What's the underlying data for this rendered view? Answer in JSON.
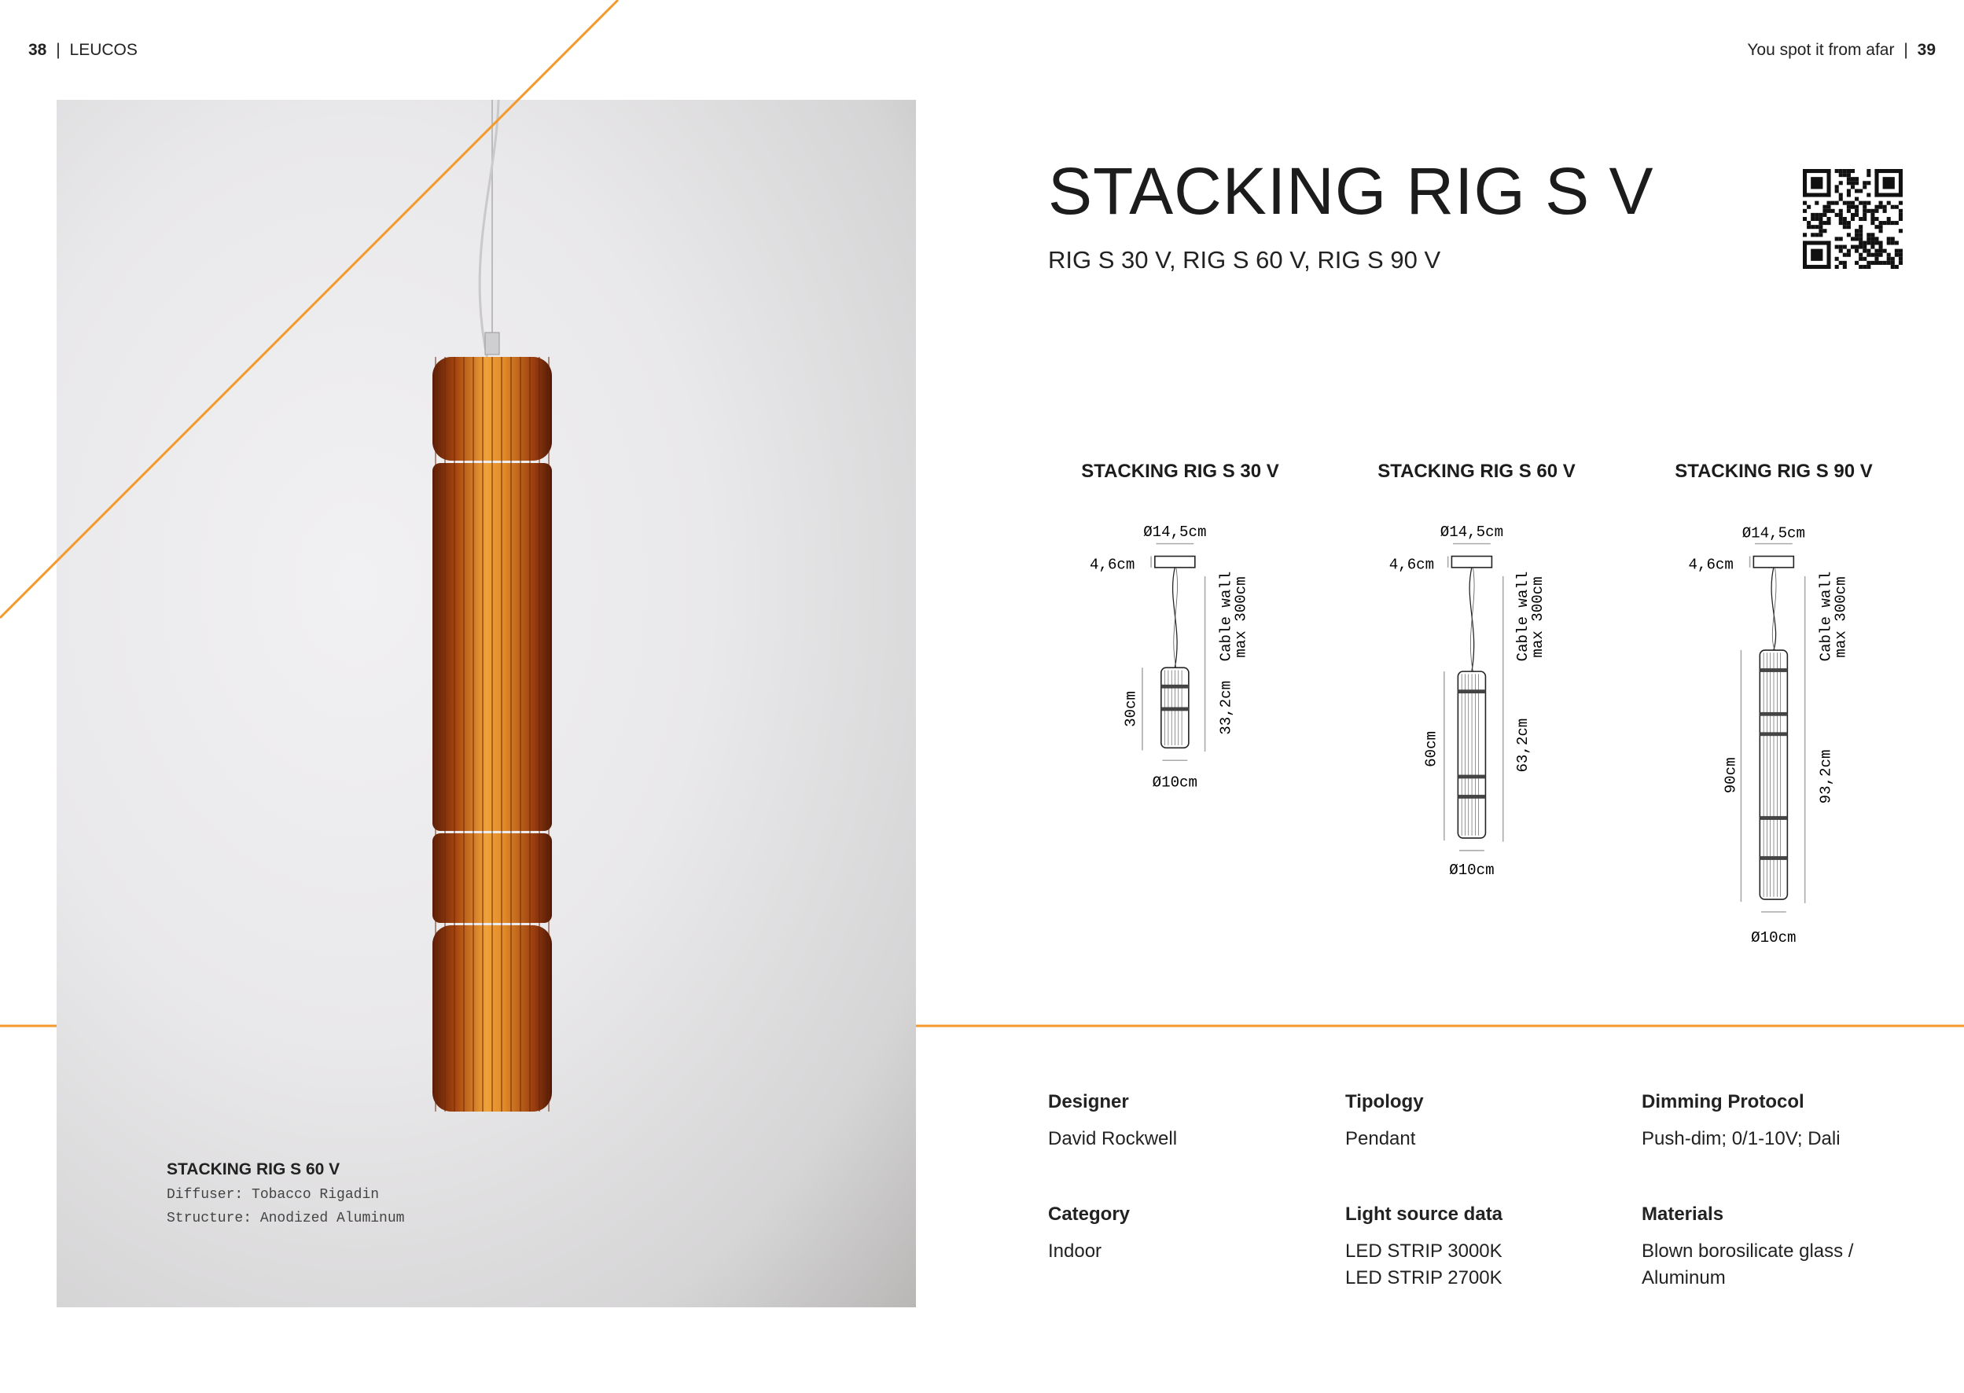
{
  "header": {
    "left_page_number": "38",
    "left_brand": "LEUCOS",
    "right_tagline": "You spot it from afar",
    "right_page_number": "39",
    "separator": "|"
  },
  "product": {
    "title": "STACKING RIG S V",
    "variants": "RIG S 30 V, RIG S 60 V, RIG S 90 V"
  },
  "photo_caption": {
    "title": "STACKING RIG S 60 V",
    "diffuser": "Diffuser: Tobacco Rigadin",
    "structure": "Structure: Anodized Aluminum"
  },
  "drawings": [
    {
      "title": "STACKING RIG S 30 V",
      "canopy_diameter": "Ø14,5cm",
      "canopy_height": "4,6cm",
      "cable_line1": "Cable wall",
      "cable_line2": "max 300cm",
      "body_height": "30cm",
      "total_height": "33,2cm",
      "body_diameter": "Ø10cm"
    },
    {
      "title": "STACKING RIG S 60 V",
      "canopy_diameter": "Ø14,5cm",
      "canopy_height": "4,6cm",
      "cable_line1": "Cable wall",
      "cable_line2": "max 300cm",
      "body_height": "60cm",
      "total_height": "63,2cm",
      "body_diameter": "Ø10cm"
    },
    {
      "title": "STACKING RIG S 90 V",
      "canopy_diameter": "Ø14,5cm",
      "canopy_height": "4,6cm",
      "cable_line1": "Cable wall",
      "cable_line2": "max 300cm",
      "body_height": "90cm",
      "total_height": "93,2cm",
      "body_diameter": "Ø10cm"
    }
  ],
  "specs": [
    {
      "label": "Designer",
      "values": [
        "David Rockwell"
      ]
    },
    {
      "label": "Tipology",
      "values": [
        "Pendant"
      ]
    },
    {
      "label": "Dimming Protocol",
      "values": [
        "Push-dim; 0/1-10V; Dali"
      ]
    },
    {
      "label": "Category",
      "values": [
        "Indoor"
      ]
    },
    {
      "label": "Light source data",
      "values": [
        "LED STRIP 3000K",
        "LED STRIP 2700K"
      ]
    },
    {
      "label": "Materials",
      "values": [
        "Blown borosilicate glass /",
        "Aluminum"
      ]
    }
  ],
  "colors": {
    "accent": "#f39a2b",
    "text": "#222222",
    "amber": "#c8661a"
  }
}
